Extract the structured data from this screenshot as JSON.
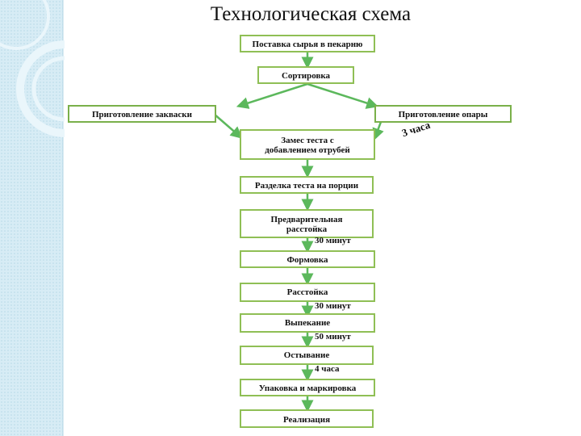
{
  "title": "Технологическая схема",
  "steps": {
    "delivery": "Поставка сырья в пекарню",
    "sorting": "Сортировка",
    "leaven": "Приготовление закваски",
    "sponge": "Приготовление опары",
    "kneading": "Замес теста с добавлением отрубей",
    "dividing": "Разделка теста на порции",
    "pre_proofing": "Предварительная расстойка",
    "shaping": "Формовка",
    "proofing": "Расстойка",
    "baking": "Выпекание",
    "cooling": "Остывание",
    "packing": "Упаковка и маркировка",
    "sale": "Реализация"
  },
  "durations": {
    "sponge": "3 часа",
    "pre_proofing": "30 минут",
    "proofing": "30 минут",
    "baking": "50 минут",
    "cooling": "4 часа"
  },
  "colors": {
    "border": "#8fbf55",
    "arrow": "#5cb85c",
    "side_strip": "#c9e4f0"
  }
}
